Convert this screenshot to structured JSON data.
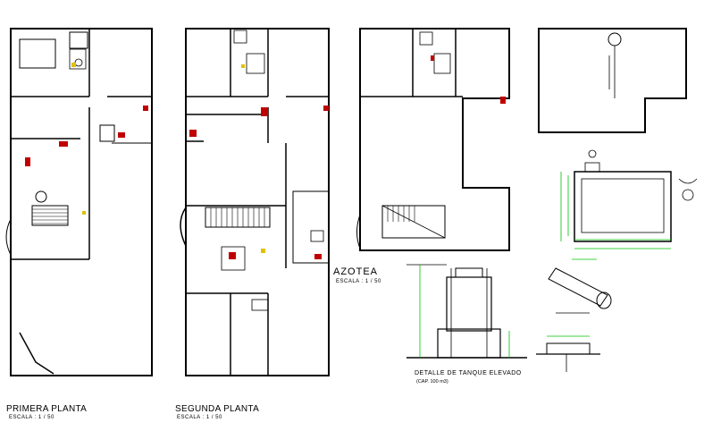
{
  "drawing": {
    "plans": [
      {
        "title": "PRIMERA PLANTA",
        "scale": "ESCALA :   1 / 50"
      },
      {
        "title": "SEGUNDA  PLANTA",
        "scale": "ESCALA :   1 / 50"
      },
      {
        "title": "AZOTEA",
        "scale": "ESCALA :   1 / 50"
      }
    ],
    "detail": {
      "title": "DETALLE DE TANQUE ELEVADO",
      "capacity": "(CAP. 100 m3)"
    },
    "colors": {
      "wall": "#000000",
      "dimension": "#00c000",
      "tile": "#c00000",
      "fixture": "#e0c000"
    }
  }
}
